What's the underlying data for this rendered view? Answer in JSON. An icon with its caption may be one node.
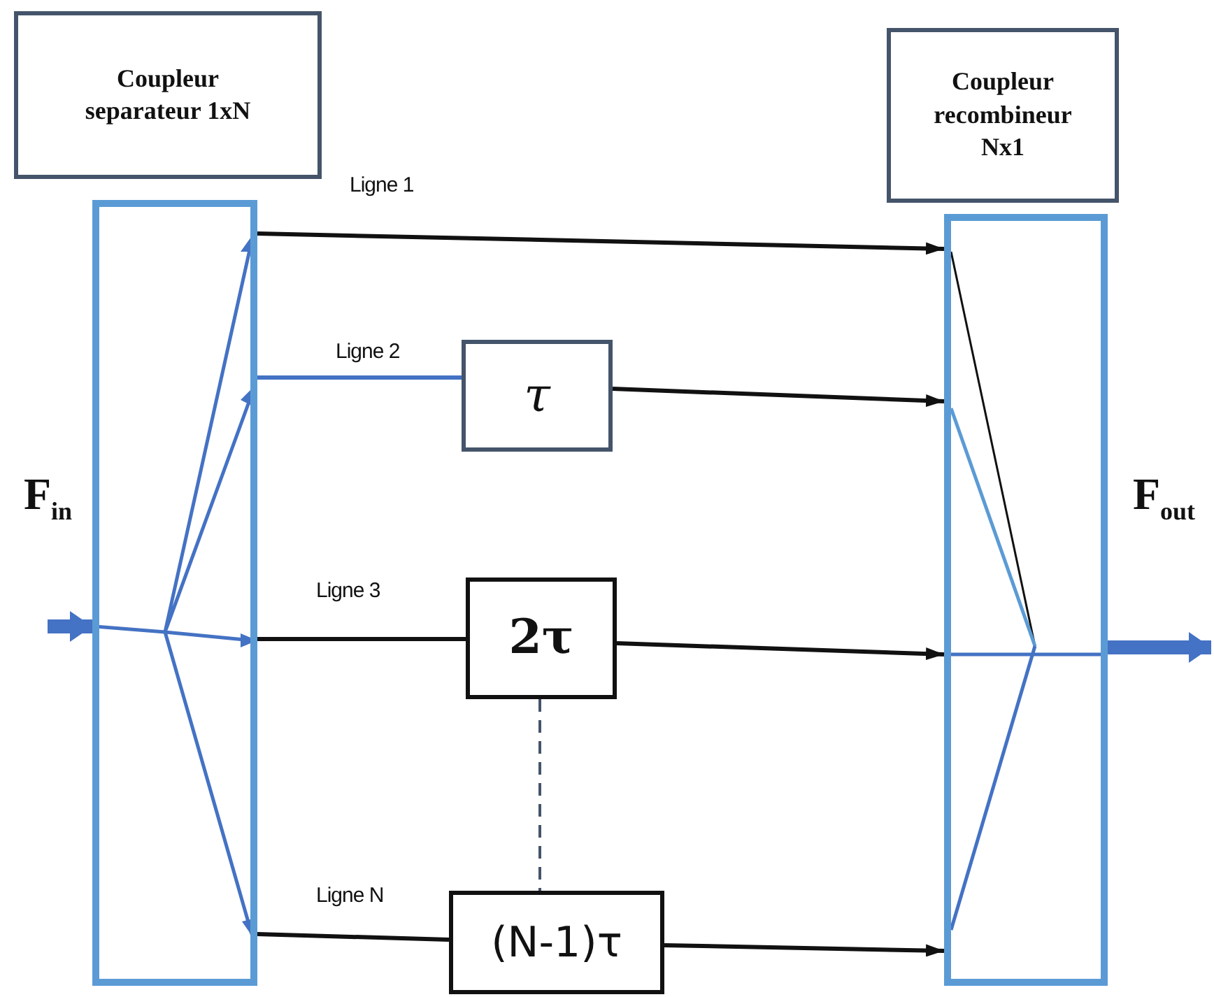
{
  "diagram": {
    "nodes": [
      {
        "text": [
          "Coupleur separateur 1xN"
        ]
      },
      {
        "text": [],
        "shape": "box",
        "beside": [
          "F$_{in}$"
        ]
      },
      {
        "text": [
          "Coupleur recombineur Nx1"
        ]
      },
      {
        "text": [],
        "shape": "box",
        "beside": [
          "F$_{out}$"
        ]
      },
      {
        "text": [
          "τ"
        ]
      },
      {
        "text": [
          "2τ"
        ]
      },
      {
        "text": [
          "(N-1)τ"
        ]
      }
    ],
    "edges": [
      {
        "from": null,
        "to": 1,
        "arrow": "to",
        "style": "thick",
        "color": "#4472c4"
      },
      {
        "from": 1,
        "to": 3,
        "arrow": "to",
        "label": "Ligne 1"
      },
      {
        "from": 1,
        "to": 4,
        "arrow": "none",
        "label": "Ligne 2",
        "color": "#4472c4"
      },
      {
        "from": 4,
        "to": 3,
        "arrow": "to"
      },
      {
        "from": 1,
        "to": 5,
        "arrow": "none",
        "label": "Ligne 3"
      },
      {
        "from": 5,
        "to": 3,
        "arrow": "to"
      },
      {
        "from": 1,
        "to": 6,
        "arrow": "none",
        "label": "Ligne N"
      },
      {
        "from": 6,
        "to": 3,
        "arrow": "to"
      },
      {
        "from": 5,
        "to": 6,
        "arrow": "none",
        "style": "dashed",
        "color": "#44546a"
      },
      {
        "from": 3,
        "to": null,
        "arrow": "to",
        "style": "thick",
        "color": "#4472c4"
      }
    ]
  }
}
